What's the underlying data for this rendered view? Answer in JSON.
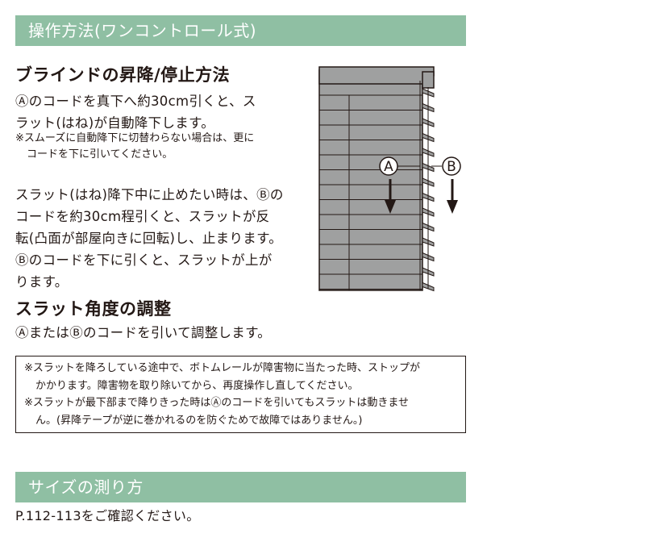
{
  "section1": {
    "title": "操作方法(ワンコントロール式)"
  },
  "raise_lower": {
    "heading": "ブラインドの昇降/停止方法",
    "line1": "Ⓐのコードを真下へ約30cm引くと、ス",
    "line2": "ラット(はね)が自動降下します。",
    "note_line1": "※スムーズに自動降下に切替わらない場合は、更に",
    "note_line2": "コードを下に引いてください。",
    "p2_line1": "スラット(はね)降下中に止めたい時は、Ⓑの",
    "p2_line2": "コードを約30cm程引くと、スラットが反",
    "p2_line3": "転(凸面が部屋向きに回転)し、止まります。",
    "p2_line4": "Ⓑのコードを下に引くと、スラットが上が",
    "p2_line5": "ります。"
  },
  "angle": {
    "heading": "スラット角度の調整",
    "text": "ⒶまたはⒷのコードを引いて調整します。"
  },
  "notice_box": {
    "line1": "※スラットを降ろしている途中で、ボトムレールが障害物に当たった時、ストップが",
    "line2": "かかります。障害物を取り除いてから、再度操作し直してください。",
    "line3": "※スラットが最下部まで降りきった時はⒶのコードを引いてもスラットは動きませ",
    "line4": "ん。(昇降テープが逆に巻かれるのを防ぐためで故障ではありません。)"
  },
  "figure": {
    "label_a": "A",
    "label_b": "B",
    "blind_color": "#9fa0a0",
    "outline_color": "#231815"
  },
  "section2": {
    "title": "サイズの測り方",
    "text": "P.112-113をご確認ください。"
  }
}
